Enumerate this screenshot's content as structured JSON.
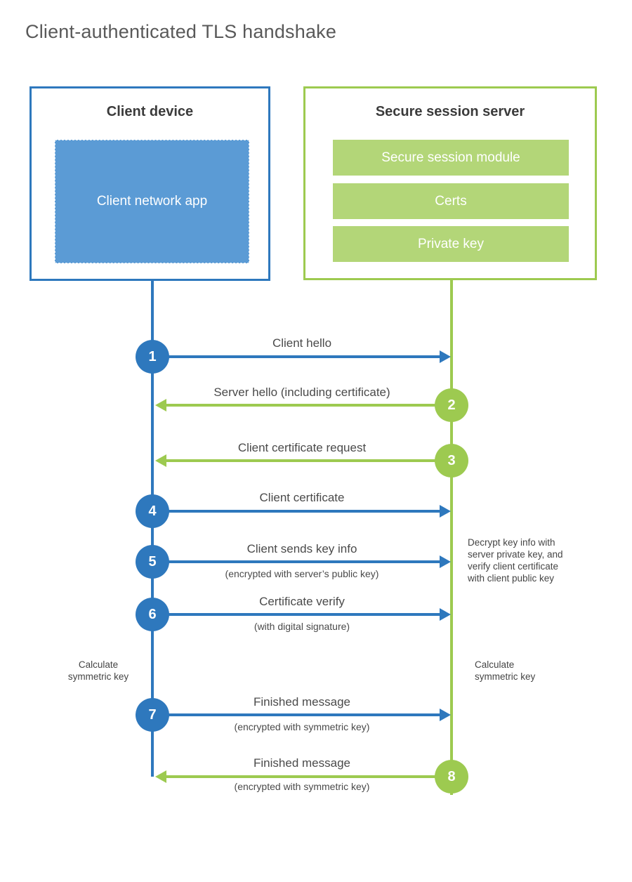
{
  "title": "Client-authenticated TLS handshake",
  "colors": {
    "blue": "#2e78bd",
    "blue_fill": "#5b9bd5",
    "green": "#9dca50",
    "green_fill": "#b3d678",
    "text_dark": "#3b3b3b",
    "text": "#4a4a4a"
  },
  "client_box": {
    "title": "Client device",
    "app_label": "Client network app"
  },
  "server_box": {
    "title": "Secure session server",
    "modules": [
      "Secure session module",
      "Certs",
      "Private key"
    ]
  },
  "steps": [
    {
      "num": "1",
      "label": "Client hello",
      "sub": "",
      "direction": "client-to-server",
      "color": "blue"
    },
    {
      "num": "2",
      "label": "Server hello (including certificate)",
      "sub": "",
      "direction": "server-to-client",
      "color": "green"
    },
    {
      "num": "3",
      "label": "Client certificate request",
      "sub": "",
      "direction": "server-to-client",
      "color": "green"
    },
    {
      "num": "4",
      "label": "Client certificate",
      "sub": "",
      "direction": "client-to-server",
      "color": "blue"
    },
    {
      "num": "5",
      "label": "Client sends key info",
      "sub": "(encrypted with server’s public key)",
      "direction": "client-to-server",
      "color": "blue"
    },
    {
      "num": "6",
      "label": "Certificate verify",
      "sub": "(with digital signature)",
      "direction": "client-to-server",
      "color": "blue"
    },
    {
      "num": "7",
      "label": "Finished message",
      "sub": "(encrypted with symmetric key)",
      "direction": "client-to-server",
      "color": "blue"
    },
    {
      "num": "8",
      "label": "Finished message",
      "sub": "(encrypted with symmetric key)",
      "direction": "server-to-client",
      "color": "green"
    }
  ],
  "notes": {
    "decrypt_lines": [
      "Decrypt key info with",
      "server private key, and",
      "verify client certificate",
      "with client public key"
    ],
    "calc_lines": [
      "Calculate",
      "symmetric key"
    ]
  }
}
